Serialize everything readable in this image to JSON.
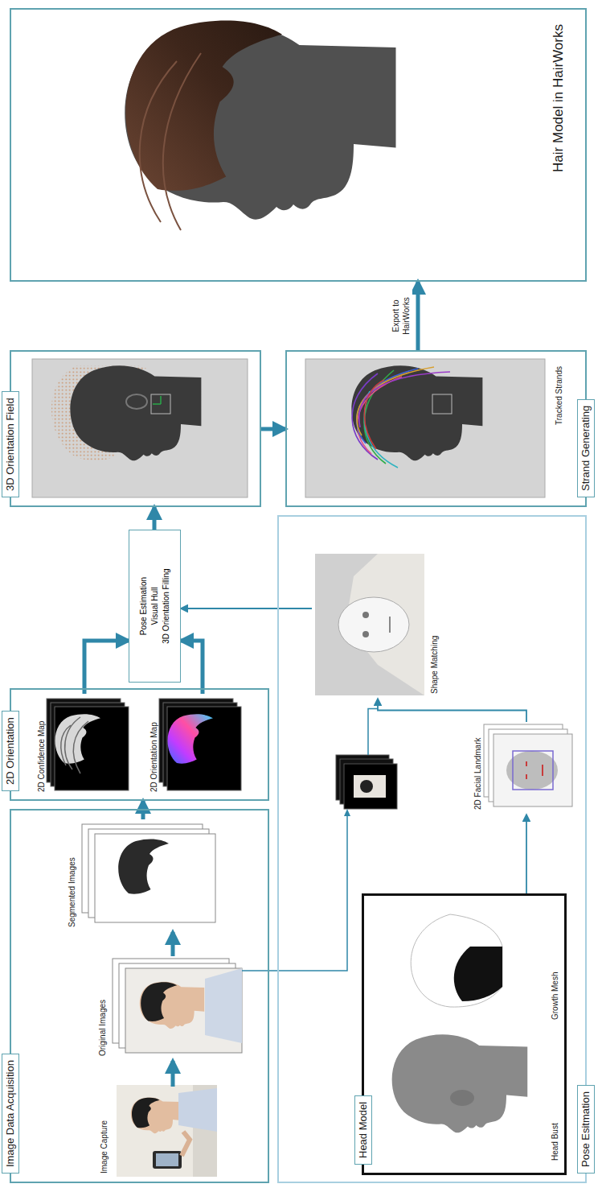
{
  "diagram": {
    "nodes": [
      {
        "text": [
          "Image Data Acquisition"
        ]
      },
      {
        "text": [
          "Image Capture"
        ],
        "in": 0
      },
      {
        "text": [
          "Original Images"
        ],
        "in": 0
      },
      {
        "text": [
          "Segmented Images"
        ],
        "in": 0
      },
      {
        "text": [
          "2D Orientation"
        ]
      },
      {
        "text": [
          "2D Confidence Map"
        ],
        "in": 4
      },
      {
        "text": [
          "2D Orientation Map"
        ],
        "in": 4
      },
      {
        "text": [
          "Pose Estimation",
          "Visual Hull",
          "3D Orientation Filling"
        ]
      },
      {
        "text": [
          "3D Orientation Field"
        ]
      },
      {
        "text": [
          "Strand Generating",
          "Tracked Strands"
        ]
      },
      {
        "text": [
          "Hair Model in HairWorks"
        ]
      },
      {
        "text": [
          "Pose Esitmation"
        ]
      },
      {
        "text": [
          "Head Model"
        ],
        "in": 11
      },
      {
        "text": [
          "Head Bust"
        ],
        "in": 12
      },
      {
        "text": [
          "Growth Mesh"
        ],
        "in": 12
      },
      {
        "text": [
          "2D Facial Landmark"
        ],
        "in": 11
      },
      {
        "text": [
          "Shape Matching"
        ],
        "in": 11
      }
    ],
    "edges": [
      {
        "from": 1,
        "to": 2,
        "arrow": "to"
      },
      {
        "from": 2,
        "to": 3,
        "arrow": "to"
      },
      {
        "from": 3,
        "to": 4,
        "arrow": "to"
      },
      {
        "from": 5,
        "to": 7,
        "arrow": "to"
      },
      {
        "from": 6,
        "to": 7,
        "arrow": "to"
      },
      {
        "from": 7,
        "to": 8,
        "arrow": "to"
      },
      {
        "from": 8,
        "to": 9,
        "arrow": "to"
      },
      {
        "from": 9,
        "to": 10,
        "label": "Export to HairWorks",
        "arrow": "to"
      },
      {
        "from": 12,
        "to": 15,
        "arrow": "to"
      },
      {
        "from": 15,
        "to": 16,
        "arrow": "to"
      },
      {
        "from": 16,
        "to": 7,
        "arrow": "to"
      }
    ]
  }
}
